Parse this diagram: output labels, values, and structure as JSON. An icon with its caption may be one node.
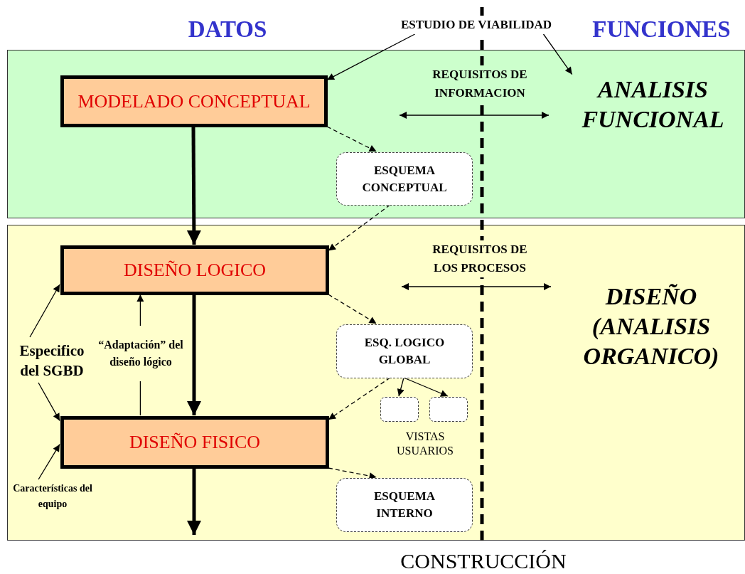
{
  "diagram": {
    "nodes": [
      {
        "text": [],
        "shape": "box"
      },
      {
        "text": [
          "ESTUDIO DE VIABILIDAD"
        ]
      },
      {
        "text": [
          "MODELADO CONCEPTUAL"
        ],
        "in": 0
      },
      {
        "text": [
          "ANALISIS FUNCIONAL"
        ],
        "in": 0
      },
      {
        "text": [
          "ESQUEMA CONCEPTUAL"
        ],
        "in": 0
      },
      {
        "text": [],
        "shape": "box"
      },
      {
        "text": [
          "DISEÑO LOGICO"
        ],
        "in": 5
      },
      {
        "text": [
          "DISEÑO (ANALISIS ORGANICO)"
        ],
        "in": 5
      },
      {
        "text": [
          "ESQ. LOGICO GLOBAL"
        ],
        "in": 5
      },
      {
        "text": [
          "Especifico del SGBD"
        ],
        "in": 5
      },
      {
        "text": [],
        "shape": "box",
        "in": 5
      },
      {
        "text": [],
        "shape": "box",
        "in": 5
      },
      {
        "text": [
          "DISEÑO FISICO"
        ],
        "in": 5
      },
      {
        "text": [
          "ESQUEMA INTERNO"
        ],
        "in": 5
      },
      {
        "text": [
          "Características del equipo"
        ],
        "in": 5
      }
    ],
    "edges": [
      {
        "from": 1,
        "to": 2,
        "arrow": "to"
      },
      {
        "from": 1,
        "to": 3,
        "arrow": "to"
      },
      {
        "from": 2,
        "to": 4,
        "arrow": "to",
        "style": "dashed"
      },
      {
        "from": 2,
        "to": 6,
        "arrow": "to",
        "style": "thick"
      },
      {
        "from": 4,
        "to": 6,
        "arrow": "to",
        "style": "dashed"
      },
      {
        "from": 6,
        "to": 8,
        "arrow": "to",
        "style": "dashed"
      },
      {
        "from": 8,
        "to": 10,
        "arrow": "to"
      },
      {
        "from": 8,
        "to": 11,
        "arrow": "to"
      },
      {
        "from": 8,
        "to": 12,
        "arrow": "to",
        "style": "dashed"
      },
      {
        "from": 6,
        "to": 12,
        "arrow": "to",
        "style": "thick"
      },
      {
        "from": 12,
        "to": 6,
        "arrow": "to",
        "label": "“Adaptación” del diseño lógico"
      },
      {
        "from": 9,
        "to": 6,
        "arrow": "to"
      },
      {
        "from": 9,
        "to": 12,
        "arrow": "to"
      },
      {
        "from": 14,
        "to": 12,
        "arrow": "to"
      },
      {
        "from": 12,
        "to": null,
        "arrow": "to",
        "style": "thick"
      },
      {
        "from": 12,
        "to": 13,
        "arrow": "to",
        "style": "dashed"
      }
    ],
    "labels": [
      "DATOS",
      "FUNCIONES",
      "REQUISITOS DE INFORMACION",
      "REQUISITOS DE LOS PROCESOS",
      "VISTAS USUARIOS",
      "CONSTRUCCIÓN"
    ]
  }
}
